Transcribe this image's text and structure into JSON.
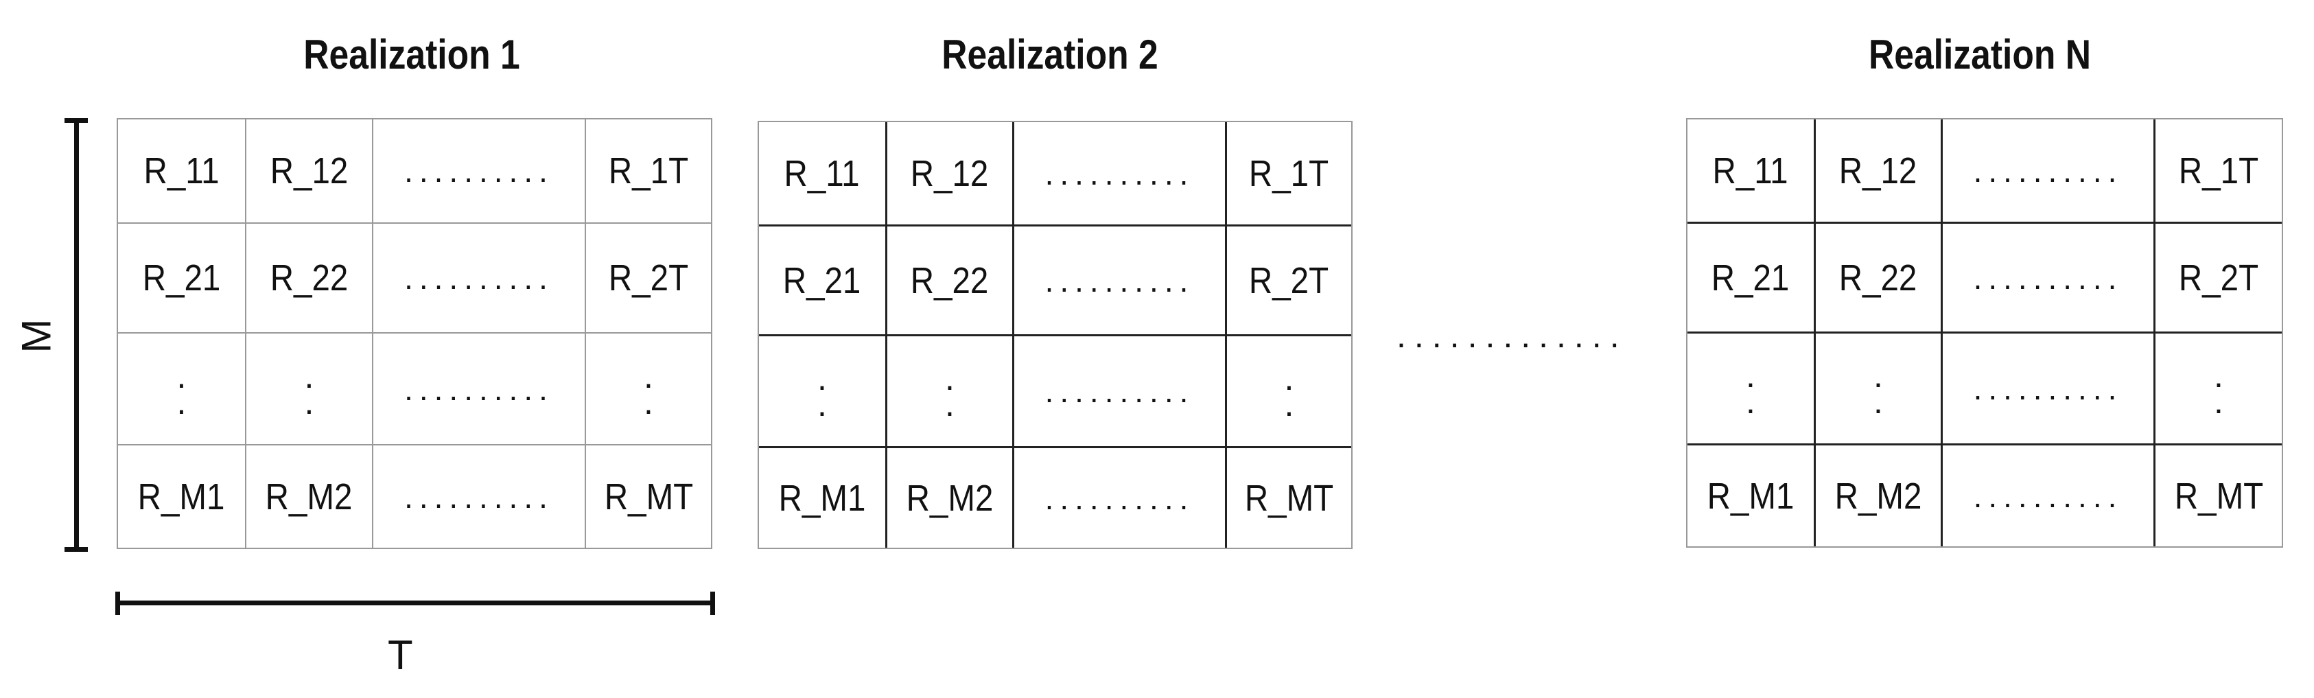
{
  "realizations": [
    {
      "title": "Realization 1",
      "rows": [
        [
          "R_11",
          "R_12",
          "..........",
          "R_1T"
        ],
        [
          "R_21",
          "R_22",
          "..........",
          "R_2T"
        ],
        [
          ":",
          ":",
          "..........",
          ":"
        ],
        [
          "R_M1",
          "R_M2",
          "..........",
          "R_MT"
        ]
      ]
    },
    {
      "title": "Realization 2",
      "rows": [
        [
          "R_11",
          "R_12",
          "..........",
          "R_1T"
        ],
        [
          "R_21",
          "R_22",
          "..........",
          "R_2T"
        ],
        [
          ":",
          ":",
          "..........",
          ":"
        ],
        [
          "R_M1",
          "R_M2",
          "..........",
          "R_MT"
        ]
      ]
    },
    {
      "title": "Realization N",
      "rows": [
        [
          "R_11",
          "R_12",
          "..........",
          "R_1T"
        ],
        [
          "R_21",
          "R_22",
          "..........",
          "R_2T"
        ],
        [
          ":",
          ":",
          "..........",
          ":"
        ],
        [
          "R_M1",
          "R_M2",
          "..........",
          "R_MT"
        ]
      ]
    }
  ],
  "axes": {
    "vertical_label": "M",
    "horizontal_label": "T"
  },
  "between_dots": ".............",
  "colors": {
    "grid_light": "#999999",
    "grid_dark": "#222222",
    "axis": "#111111"
  }
}
